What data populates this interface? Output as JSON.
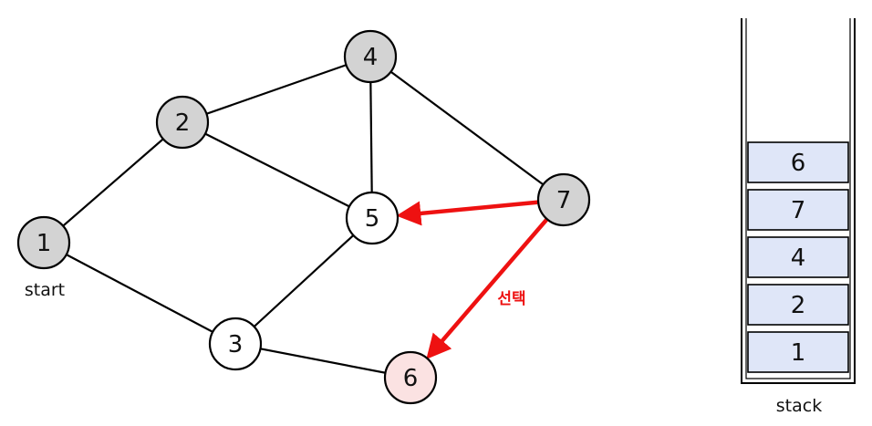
{
  "colors": {
    "visited": "#d3d3d3",
    "unvisited": "#ffffff",
    "selected": "#fbe2e2",
    "highlight": "#ee1111",
    "edge": "#000000",
    "stack_cell": "#dfe6f8"
  },
  "nodes": [
    {
      "id": "1",
      "label": "1",
      "state": "visited"
    },
    {
      "id": "2",
      "label": "2",
      "state": "visited"
    },
    {
      "id": "3",
      "label": "3",
      "state": "unvisited"
    },
    {
      "id": "4",
      "label": "4",
      "state": "visited"
    },
    {
      "id": "5",
      "label": "5",
      "state": "unvisited"
    },
    {
      "id": "6",
      "label": "6",
      "state": "selected"
    },
    {
      "id": "7",
      "label": "7",
      "state": "visited"
    }
  ],
  "edges": [
    {
      "from": "1",
      "to": "2"
    },
    {
      "from": "1",
      "to": "3"
    },
    {
      "from": "2",
      "to": "4"
    },
    {
      "from": "2",
      "to": "5"
    },
    {
      "from": "4",
      "to": "5"
    },
    {
      "from": "4",
      "to": "7"
    },
    {
      "from": "3",
      "to": "5"
    },
    {
      "from": "3",
      "to": "6"
    }
  ],
  "highlighted_edges": [
    {
      "from": "7",
      "to": "5"
    },
    {
      "from": "7",
      "to": "6"
    }
  ],
  "start_label": "start",
  "selection_label": "선택",
  "stack": {
    "label": "stack",
    "items_top_to_bottom": [
      "6",
      "7",
      "4",
      "2",
      "1"
    ]
  }
}
